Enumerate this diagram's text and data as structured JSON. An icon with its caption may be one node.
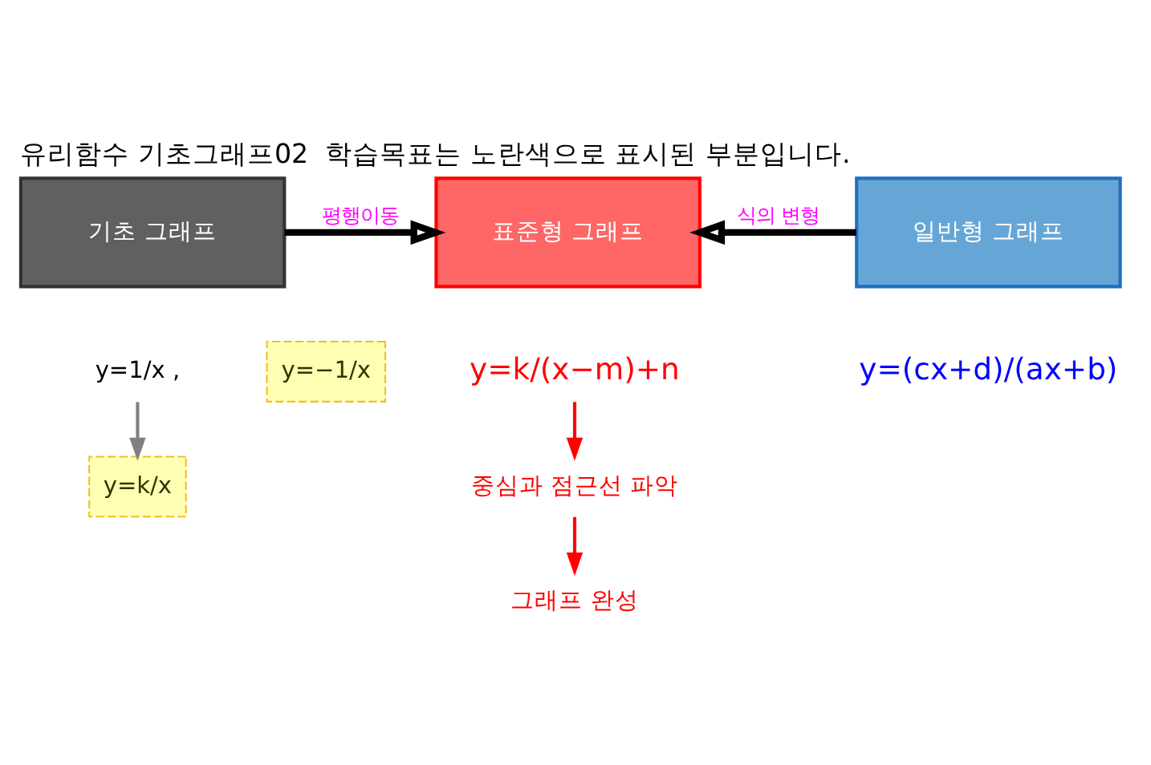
{
  "diagram": {
    "title": "유리함수 기초그래프02  학습목표는 노란색으로 표시된 부분입니다.",
    "nodes": [
      {
        "text": [
          "기초 그래프"
        ]
      },
      {
        "text": [
          "표준형 그래프"
        ]
      },
      {
        "text": [
          "일반형 그래프"
        ]
      },
      {
        "text": [
          "y=1/x ,"
        ]
      },
      {
        "text": [
          "y=−1/x"
        ]
      },
      {
        "text": [
          "y=k/x"
        ]
      },
      {
        "text": [
          "y=k/(x−m)+n"
        ]
      },
      {
        "text": [
          "중심과 점근선 파악"
        ]
      },
      {
        "text": [
          "그래프 완성"
        ]
      }
    ],
    "edges": [
      {
        "from": 0,
        "to": 1,
        "arrow": "to",
        "label": "평행이동",
        "style": "thick"
      },
      {
        "from": 2,
        "to": 1,
        "arrow": "to",
        "label": "식의 변형",
        "style": "thick"
      },
      {
        "from": 3,
        "to": 5,
        "arrow": "to",
        "color": "#808080"
      },
      {
        "from": 6,
        "to": 7,
        "arrow": "to",
        "color": "#ff0000"
      },
      {
        "from": 7,
        "to": 8,
        "arrow": "to",
        "color": "#ff0000"
      }
    ],
    "labels": [
      "y=(cx+d)/(ax+b)"
    ]
  }
}
